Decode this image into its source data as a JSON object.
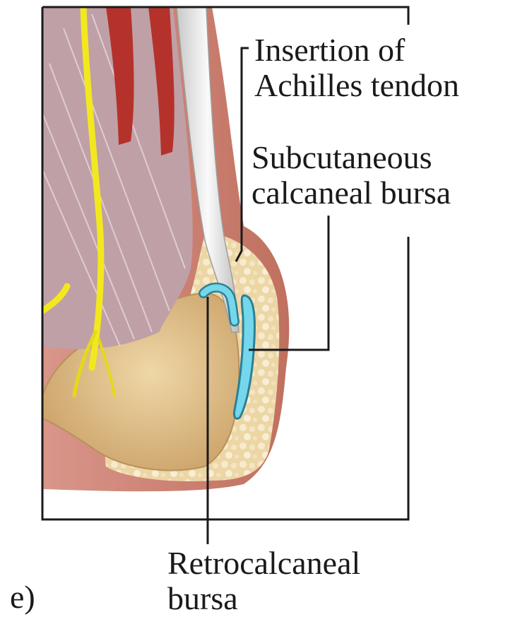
{
  "labels": {
    "insertion": [
      "Insertion of",
      "Achilles tendon"
    ],
    "subcutaneous": [
      "Subcutaneous",
      "calcaneal bursa"
    ],
    "retrocalcaneal": [
      "Retrocalcaneal",
      "bursa"
    ],
    "panel_letter": "e)"
  },
  "colors": {
    "skin": "#c97c6b",
    "fat": "#ead3a0",
    "bone": "#e0bf88",
    "tendon": "#e6e6e6",
    "muscle": "#b99aa2",
    "nerve": "#f2e81e",
    "bursa": "#6fd3ea",
    "leader_line": "#1a1a1a"
  }
}
